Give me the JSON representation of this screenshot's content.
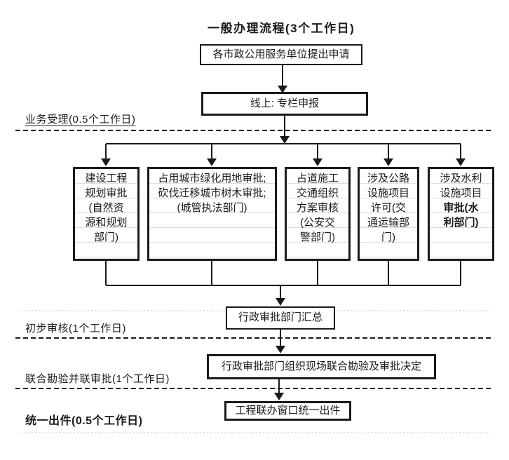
{
  "title": "一般办理流程(3个工作日)",
  "stages": {
    "accept": "业务受理(0.5个工作日)",
    "review": "初步审核(1个工作日)",
    "joint": "联合勘验并联审批(1个工作日)",
    "output": "统一出件(0.5个工作日)"
  },
  "nodes": {
    "apply": "各市政公用服务单位提出申请",
    "online": "线上: 专栏申报",
    "summary": "行政审批部门汇总",
    "inspection": "行政审批部门组织现场联合勘验及审批决定",
    "window": "工程联办窗口统一出件"
  },
  "departments": [
    {
      "label": "建设工程\n规划审批\n(自然资\n源和规划\n部门)"
    },
    {
      "label": "占用城市绿化用地审批;\n砍伐迁移城市树木审批;\n(城管执法部门)"
    },
    {
      "label": "占道施工\n交通组织\n方案审核\n(公安交\n警部门)"
    },
    {
      "label": "涉及公路\n设施项目\n许可(交\n通运输部\n门)"
    },
    {
      "label": "涉及水利\n设施项目\n",
      "label_bold": "审批(水\n利部门)"
    }
  ],
  "colors": {
    "ink": "#1a1a1a",
    "grid_faint": "#c4c4c4"
  }
}
